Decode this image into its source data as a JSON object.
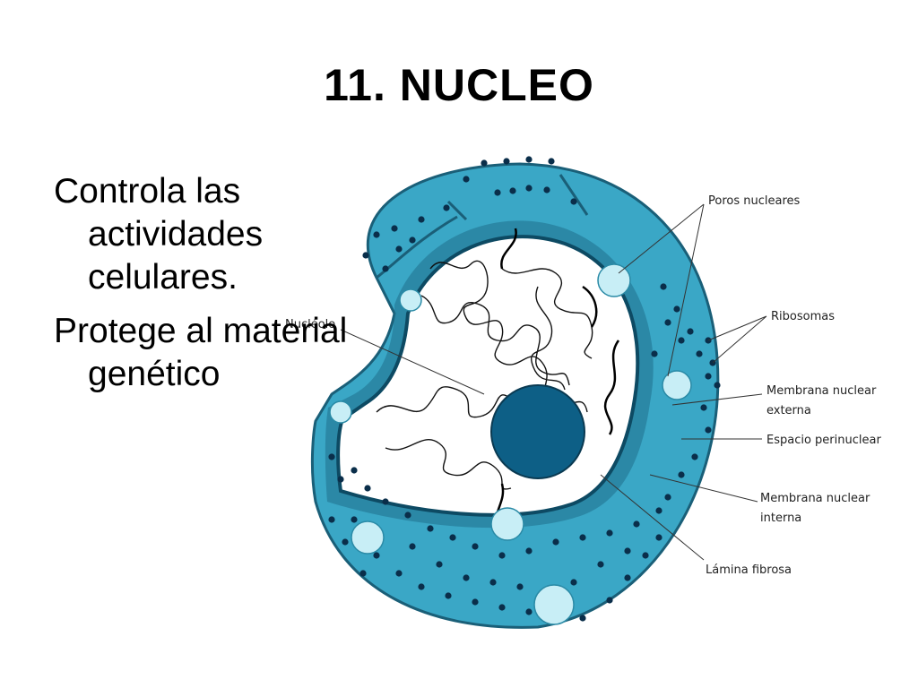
{
  "slide": {
    "title": "11.  NUCLEO",
    "bullets": [
      "Controla las actividades celulares.",
      "Protege al material genético"
    ]
  },
  "diagram": {
    "labels": {
      "nucleolo": "Nucléolo",
      "poros": "Poros nucleares",
      "ribosomas": "Ribosomas",
      "membrana_externa_1": "Membrana nuclear",
      "membrana_externa_2": "externa",
      "espacio": "Espacio perinuclear",
      "membrana_interna_1": "Membrana nuclear",
      "membrana_interna_2": "interna",
      "lamina": "Lámina fibrosa"
    },
    "colors": {
      "envelope": "#3aa7c6",
      "envelope_dark": "#1f6f8d",
      "nucleolus": "#0d5f86",
      "pore": "#c8eef6",
      "ribosome": "#0a2e4a"
    }
  }
}
